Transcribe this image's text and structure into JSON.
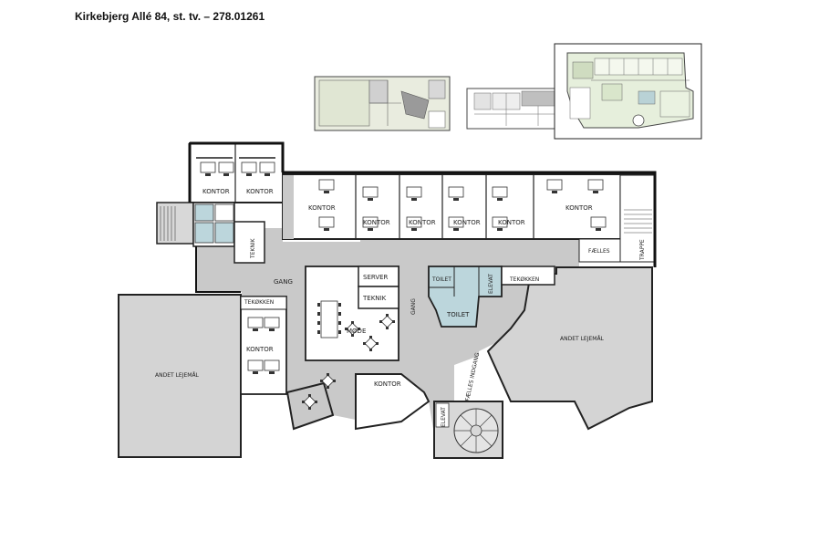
{
  "title": "Kirkebjerg Allé 84, st. tv. – 278.01261",
  "colors": {
    "wall": "#2a2a2a",
    "corridor": "#c8c8c8",
    "room": "#ffffff",
    "stair_bg": "#d8d8d8",
    "toilet": "#bcd6dc",
    "tenant_grey": "#d3d3d3",
    "keyplan_green": "#dfe9d2"
  },
  "labels": {
    "kontor_nw1": "KONTOR",
    "kontor_nw2": "KONTOR",
    "kontor_n1": "KONTOR",
    "kontor_n2": "KONTOR",
    "kontor_n3": "KONTOR",
    "kontor_n4": "KONTOR",
    "kontor_n5": "KONTOR",
    "kontor_n6": "KONTOR",
    "kontor_w": "KONTOR",
    "kontor_s": "KONTOR",
    "teknik1": "TEKNIK",
    "teknik2": "TEKNIK",
    "server": "SERVER",
    "mode": "MØDE",
    "gang1": "GANG",
    "gang2": "GANG",
    "tekokken1": "TEKØKKEN",
    "tekokken2": "TEKØKKEN",
    "toilet_small": "TOILET",
    "toilet": "TOILET",
    "elevat1": "ELEVAT",
    "elevat2": "ELEVAT",
    "faelles": "FÆLLES",
    "trappe": "TRAPPE",
    "faelles_indgang": "FÆLLES INDGANG",
    "andet_lejemaal_w": "ANDET LEJEMÅL",
    "andet_lejemaal_e": "ANDET LEJEMÅL"
  }
}
